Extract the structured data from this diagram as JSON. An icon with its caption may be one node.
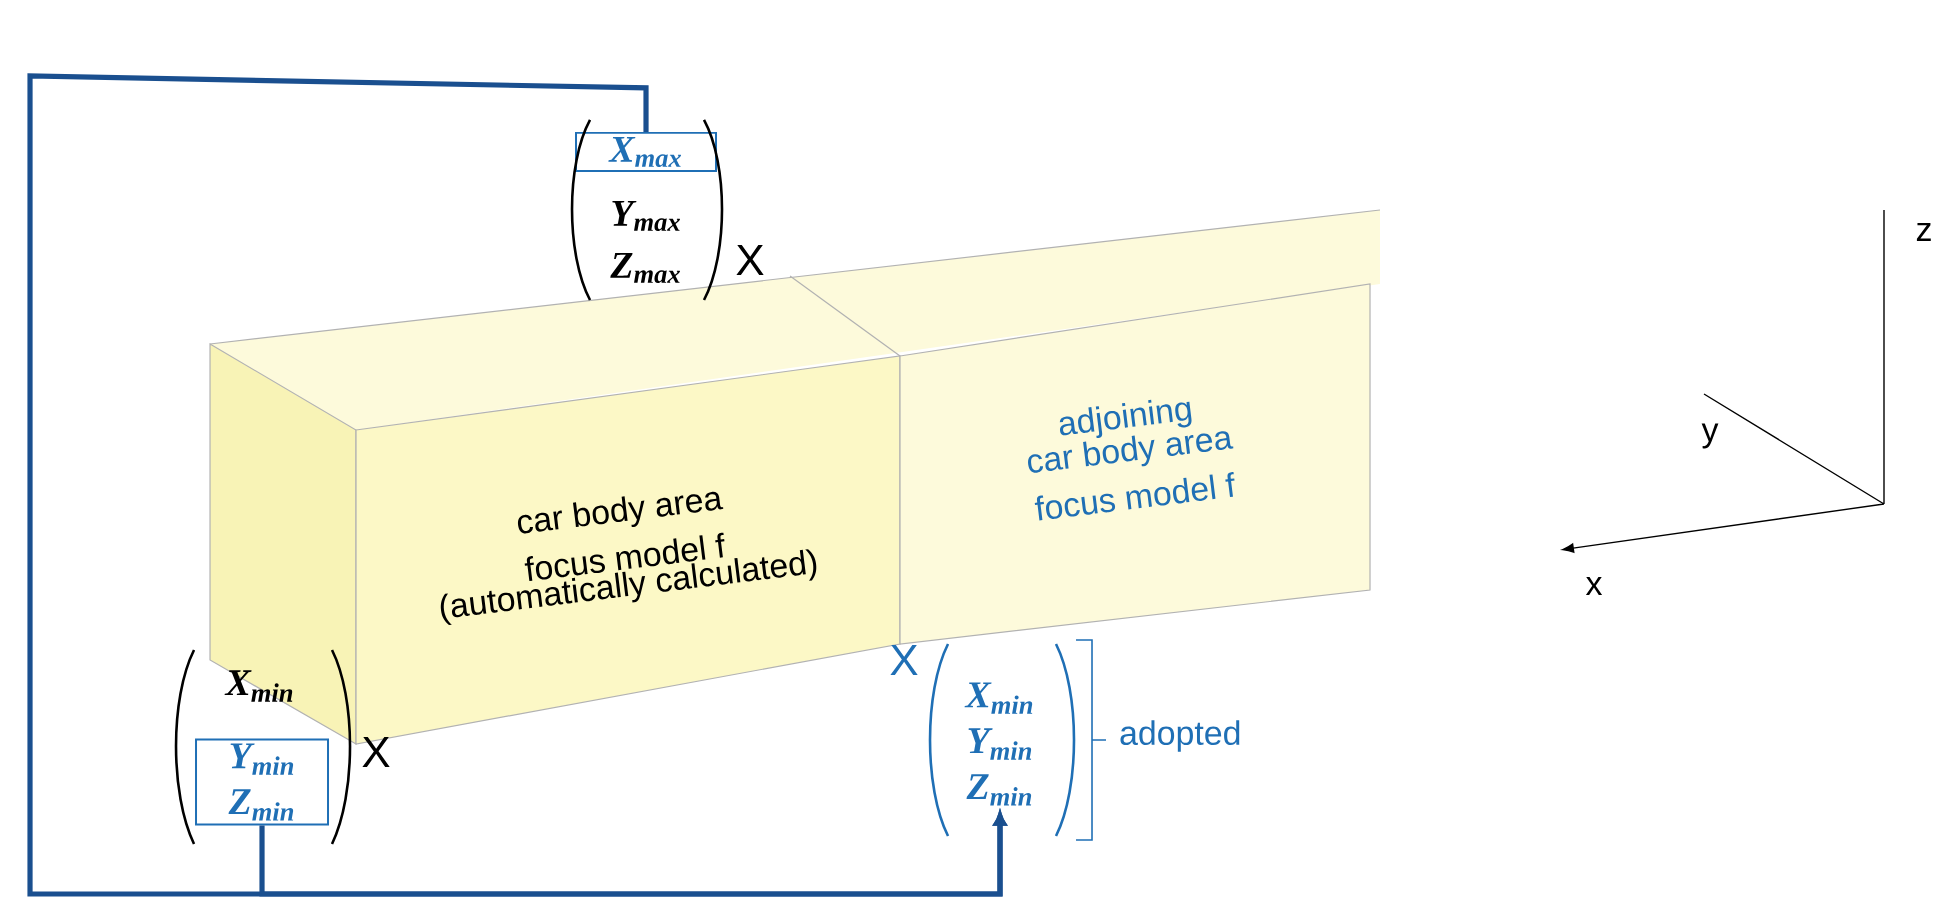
{
  "diagram": {
    "nodes": [
      {
        "text": [
          "car body area focus model f",
          "(automatically calculated)"
        ]
      },
      {
        "text": [
          "adjoining",
          "car body area focus model f"
        ]
      },
      {
        "text": [
          "X$_{max}$"
        ]
      },
      {
        "text": [
          "Y$_{min}$",
          "Z$_{min}$"
        ]
      },
      {
        "text": [
          "X$_{min}$",
          "Y$_{min}$",
          "Z$_{min}$"
        ],
        "beside": [
          "adopted"
        ]
      }
    ],
    "edges": [
      {
        "from": 2,
        "to": 4,
        "arrow": "to"
      },
      {
        "from": 3,
        "to": 4,
        "arrow": "to"
      }
    ],
    "labels": [
      "Y$_{max}$",
      "Z$_{max}$",
      "X",
      "z",
      "y",
      "x",
      "X$_{min}$",
      "X",
      "X"
    ]
  }
}
